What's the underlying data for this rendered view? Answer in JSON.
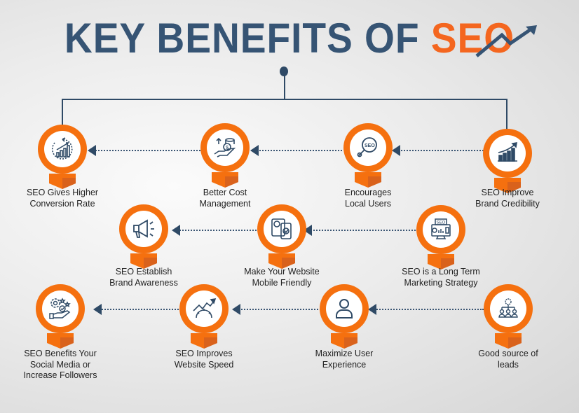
{
  "title": {
    "prefix": "KEY BENEFITS OF ",
    "highlight": "SEO"
  },
  "colors": {
    "navy": "#365474",
    "orange": "#f5700f",
    "seo_orange": "#f4661f",
    "background": "#ececec"
  },
  "rows": [
    {
      "flow": "right-to-left",
      "nodes": [
        {
          "label": "SEO Improve Brand Credibility",
          "lines": [
            "SEO Improve",
            "Brand Credibility"
          ],
          "icon": "bar-chart-growth-icon"
        },
        {
          "label": "Encourages Local Users",
          "lines": [
            "Encourages",
            "Local Users"
          ],
          "icon": "seo-magnifier-icon"
        },
        {
          "label": "Better Cost Management",
          "lines": [
            "Better Cost",
            "Management"
          ],
          "icon": "hand-coins-icon"
        },
        {
          "label": "SEO Gives Higher Conversion Rate",
          "lines": [
            "SEO Gives Higher",
            "Conversion Rate"
          ],
          "icon": "conversion-chart-icon"
        }
      ]
    },
    {
      "flow": "right-to-left",
      "nodes": [
        {
          "label": "SEO is a Long Term Marketing Strategy",
          "lines": [
            "SEO is a Long Term",
            "Marketing Strategy"
          ],
          "icon": "seo-monitor-icon"
        },
        {
          "label": "Make Your Website Mobile Friendly",
          "lines": [
            "Make Your Website",
            "Mobile Friendly"
          ],
          "icon": "mobile-devices-icon"
        },
        {
          "label": "SEO Establish Brand Awareness",
          "lines": [
            "SEO Establish",
            "Brand Awareness"
          ],
          "icon": "megaphone-icon"
        }
      ]
    },
    {
      "flow": "right-to-left",
      "nodes": [
        {
          "label": "Good source of leads",
          "lines": [
            "Good source of",
            "leads"
          ],
          "icon": "lead-network-icon"
        },
        {
          "label": "Maximize User Experience",
          "lines": [
            "Maximize User",
            "Experience"
          ],
          "icon": "user-icon"
        },
        {
          "label": "SEO Improves Website Speed",
          "lines": [
            "SEO Improves",
            "Website Speed"
          ],
          "icon": "speed-gear-icon"
        },
        {
          "label": "SEO Benefits Your Social Media or Increase Followers",
          "lines": [
            "SEO Benefits Your",
            "Social Media or",
            "Increase Followers"
          ],
          "icon": "social-hand-icon"
        }
      ]
    }
  ]
}
